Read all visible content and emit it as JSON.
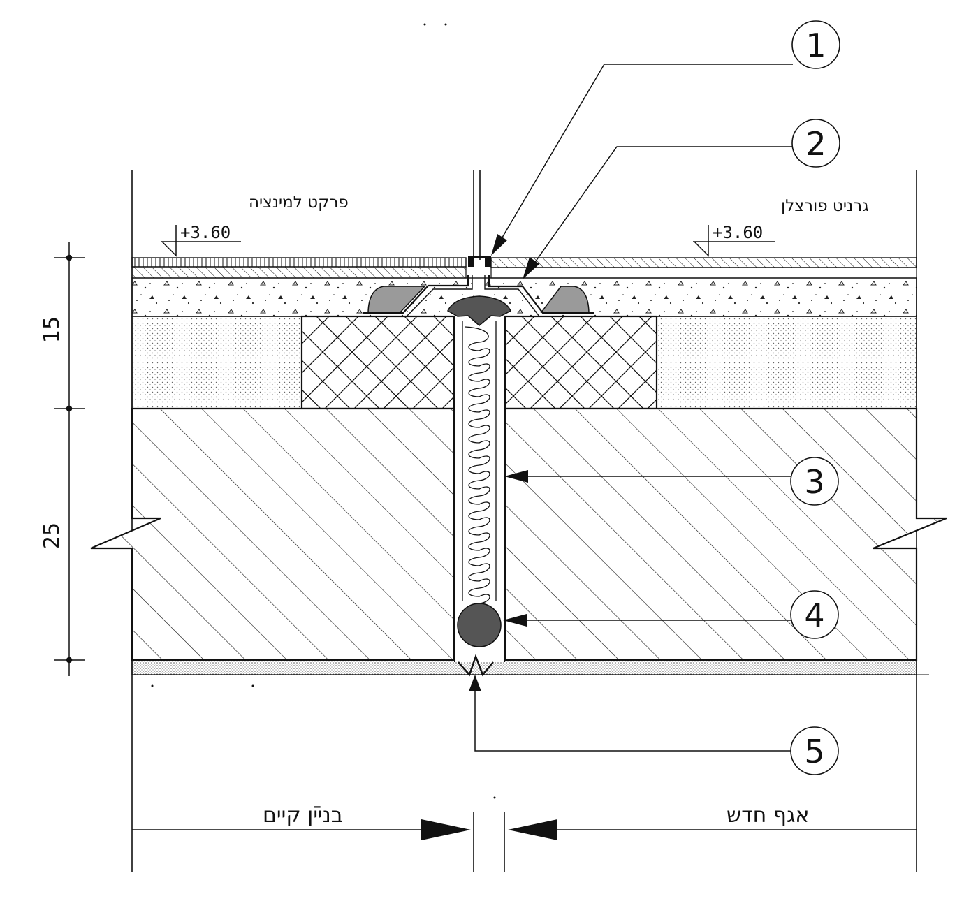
{
  "floors": {
    "left_finish_label": "פרקט למינציה",
    "right_finish_label": "גרניט פורצלן",
    "left_level": "+3.60",
    "right_level": "+3.60"
  },
  "buildings": {
    "existing_label": "בנ̄יין קיים",
    "new_label": "אגף חדש"
  },
  "dimensions": {
    "upper": "15",
    "lower": "25"
  },
  "callouts": [
    {
      "num": "1"
    },
    {
      "num": "2"
    },
    {
      "num": "3"
    },
    {
      "num": "4"
    },
    {
      "num": "5"
    }
  ],
  "colors": {
    "line": "#111111",
    "fill_dark": "#555555",
    "fill_mid": "#9a9a9a",
    "background": "#ffffff"
  }
}
